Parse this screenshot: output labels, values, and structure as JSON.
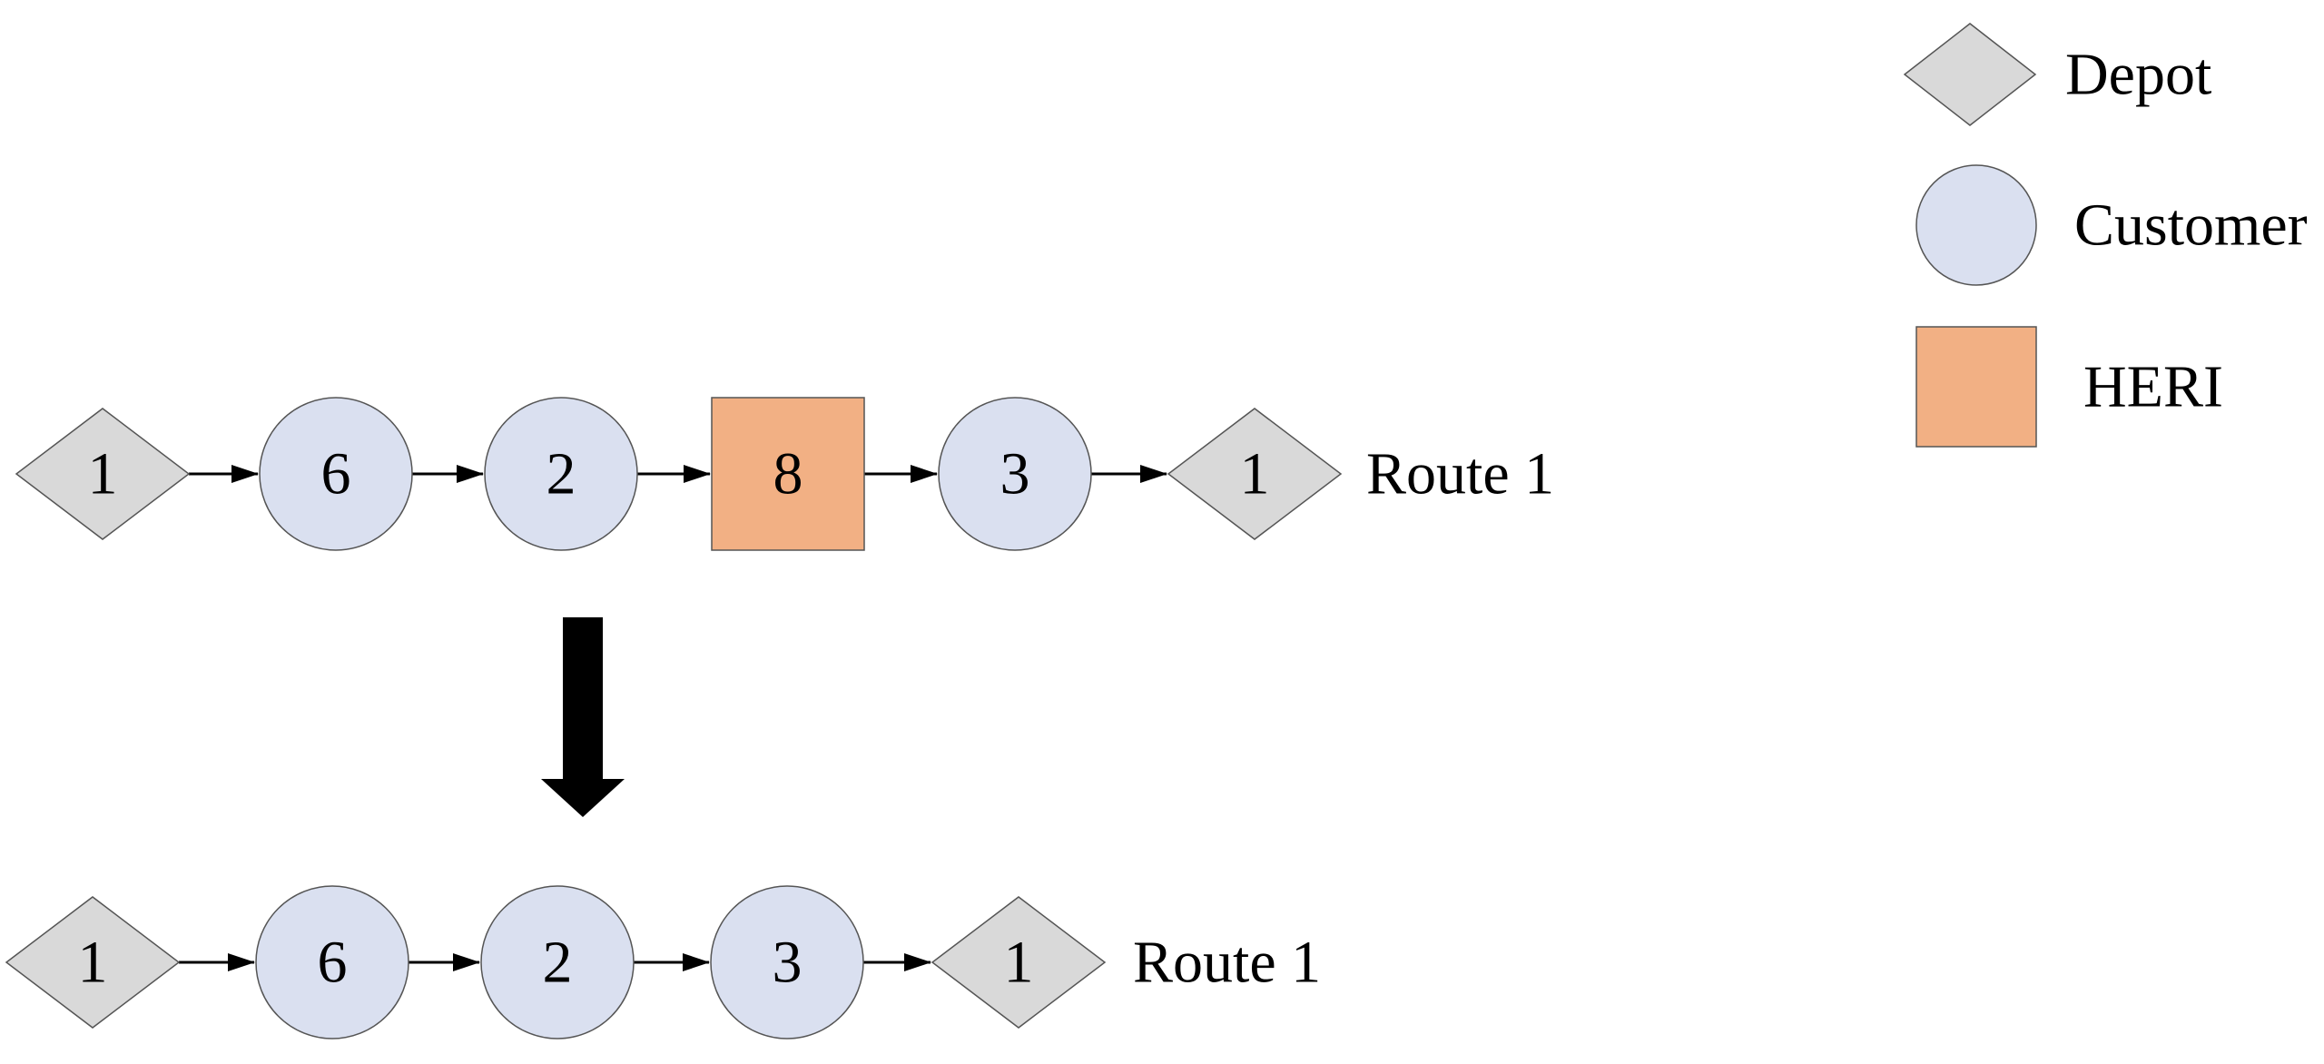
{
  "legend": [
    {
      "type": "depot",
      "label": "Depot"
    },
    {
      "type": "customer",
      "label": "Customer"
    },
    {
      "type": "heri",
      "label": "HERI"
    }
  ],
  "colors": {
    "depot": "#d9d9d9",
    "customer": "#dae0f0",
    "heri": "#f2b084",
    "stroke": "#555555",
    "arrow": "#000000"
  },
  "routes": [
    {
      "label": "Route 1",
      "nodes": [
        {
          "type": "depot",
          "id": "1"
        },
        {
          "type": "customer",
          "id": "6"
        },
        {
          "type": "customer",
          "id": "2"
        },
        {
          "type": "heri",
          "id": "8"
        },
        {
          "type": "customer",
          "id": "3"
        },
        {
          "type": "depot",
          "id": "1"
        }
      ]
    },
    {
      "label": "Route 1",
      "nodes": [
        {
          "type": "depot",
          "id": "1"
        },
        {
          "type": "customer",
          "id": "6"
        },
        {
          "type": "customer",
          "id": "2"
        },
        {
          "type": "customer",
          "id": "3"
        },
        {
          "type": "depot",
          "id": "1"
        }
      ]
    }
  ]
}
